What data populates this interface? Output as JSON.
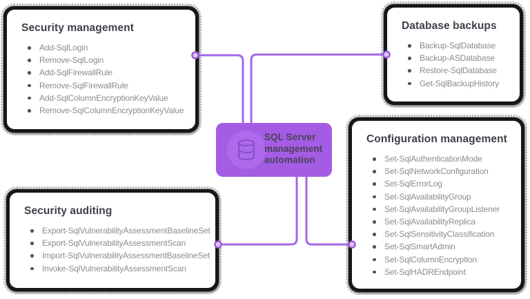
{
  "diagram": {
    "center": {
      "label": "SQL Server\nmanagement\nautomation",
      "icon": "database-icon"
    },
    "boxes": [
      {
        "id": "security-management",
        "title": "Security management",
        "items": [
          "Add-SqlLogin",
          "Remove-SqlLogin",
          "Add-SqlFirewallRule",
          "Remove-SqlFirewallRule",
          "Add-SqlColumnEncryptionKeyValue",
          "Remove-SqlColumnEncryptionKeyValue"
        ]
      },
      {
        "id": "database-backups",
        "title": "Database backups",
        "items": [
          "Backup-SqlDatabase",
          "Backup-ASDatabase",
          "Restore-SqlDatabase",
          "Get-SqlBackupHistory"
        ]
      },
      {
        "id": "security-auditing",
        "title": "Security auditing",
        "items": [
          "Export-SqlVulnerabilityAssessmentBaselineSet",
          "Export-SqlVulnerabilityAssessmentScan",
          "Import-SqlVulnerabilityAssessmentBaselineSet",
          "Invoke-SqlVulnerabilityAssessmentScan"
        ]
      },
      {
        "id": "configuration-management",
        "title": "Configuration management",
        "items": [
          "Set-SqlAuthenticationMode",
          "Set-SqlNetworkConfiguration",
          "Set-SqlErrorLog",
          "Set-SqlAvailabilityGroup",
          "Set-SqlAvailabilityGroupListener",
          "Set-SqlAvailabilityReplica",
          "Set-SqlSensitivityClassification",
          "Set-SqlSmartAdmin",
          "Set-SqlColumnEncryption",
          "Set-SqlHADREndpoint"
        ]
      }
    ],
    "colors": {
      "connector": "#a566e8",
      "connector_dot_fill": "#dcc8f5",
      "connector_dot_stroke": "#9c55dd",
      "node_fill": "#a35ce3",
      "node_icon_fill": "#ad6aea",
      "node_text": "#4b4156",
      "card_bg": "#ffffff",
      "sketch_border": "#171717",
      "heading_text": "#403e48",
      "item_text": "#8b8a94"
    }
  }
}
